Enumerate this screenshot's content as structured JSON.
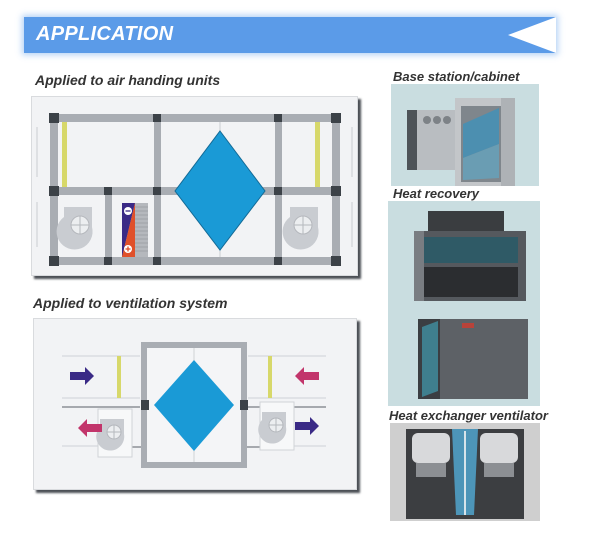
{
  "banner": {
    "title": "APPLICATION",
    "color": "#5b9be8"
  },
  "sections": {
    "ahu": {
      "title": "Applied to air handing units"
    },
    "ventilation": {
      "title": "Applied to ventilation system"
    }
  },
  "photos": [
    {
      "title": "Base station/cabinet"
    },
    {
      "title": "Heat recovery"
    },
    {
      "title": "Heat exchanger ventilator"
    }
  ],
  "colors": {
    "exchanger": "#1a9ad6",
    "frame": "#a9adb3",
    "frame_joint": "#3c4248",
    "filter": "#d7d86a",
    "fan": "#c9ccd1",
    "arrow_blue": "#3a2a86",
    "arrow_pink": "#c2356b"
  }
}
